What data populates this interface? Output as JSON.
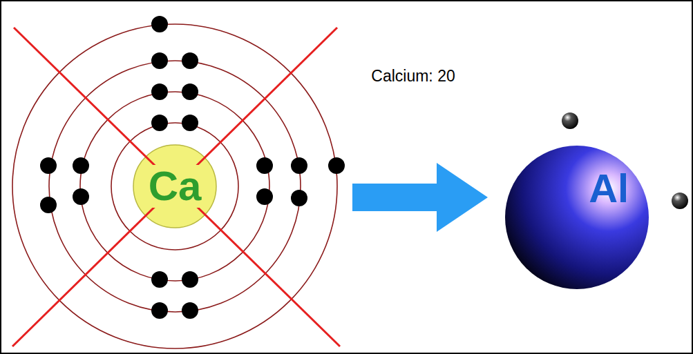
{
  "diagram": {
    "nodes": [
      {
        "text": [
          "Ca"
        ]
      },
      {
        "text": [
          "Al"
        ]
      }
    ],
    "labels": [
      "Calcium: 20"
    ]
  }
}
